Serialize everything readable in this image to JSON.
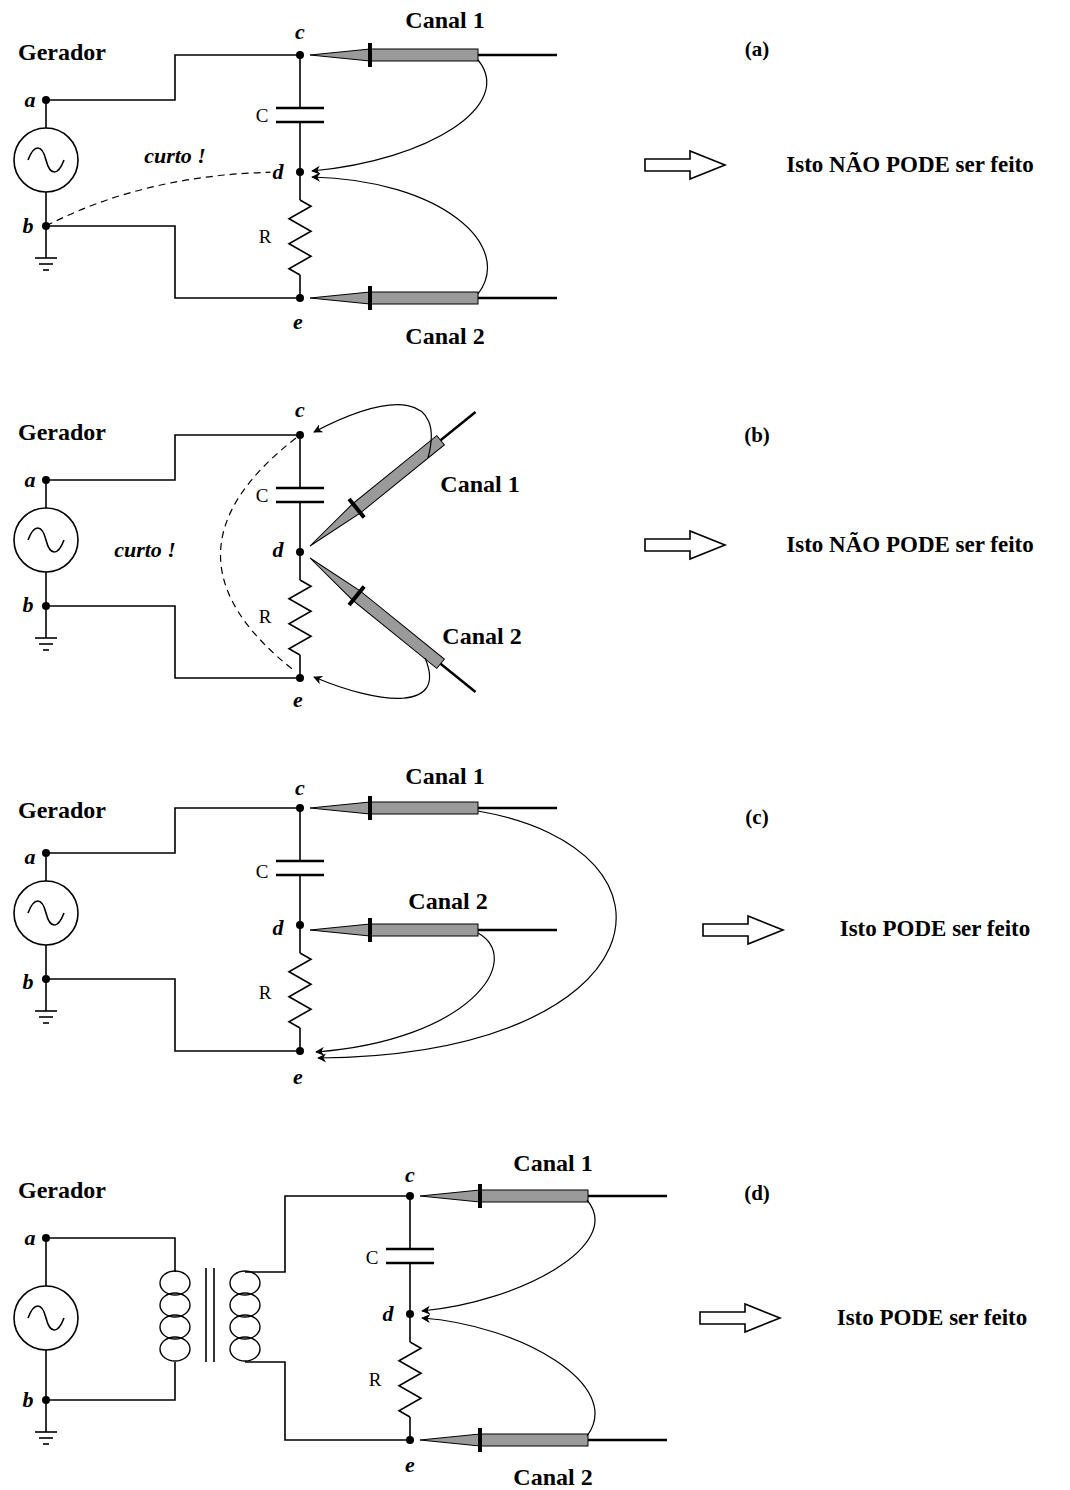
{
  "diagram": {
    "labels": [
      "Gerador",
      "c",
      "Canal 1",
      "(a)",
      "a",
      "C",
      "curto !",
      "d",
      "Isto NÃO PODE ser feito",
      "b",
      "R",
      "e",
      "Canal 2",
      "Gerador",
      "c",
      "(b)",
      "a",
      "C",
      "Canal 1",
      "curto !",
      "d",
      "Isto NÃO PODE ser feito",
      "b",
      "R",
      "Canal 2",
      "e",
      "Gerador",
      "c",
      "Canal 1",
      "(c)",
      "a",
      "C",
      "d",
      "Canal 2",
      "Isto PODE ser feito",
      "b",
      "R",
      "e",
      "Gerador",
      "c",
      "Canal 1",
      "(d)",
      "a",
      "C",
      "d",
      "Isto PODE ser feito",
      "R",
      "b",
      "e",
      "Canal 2"
    ]
  }
}
